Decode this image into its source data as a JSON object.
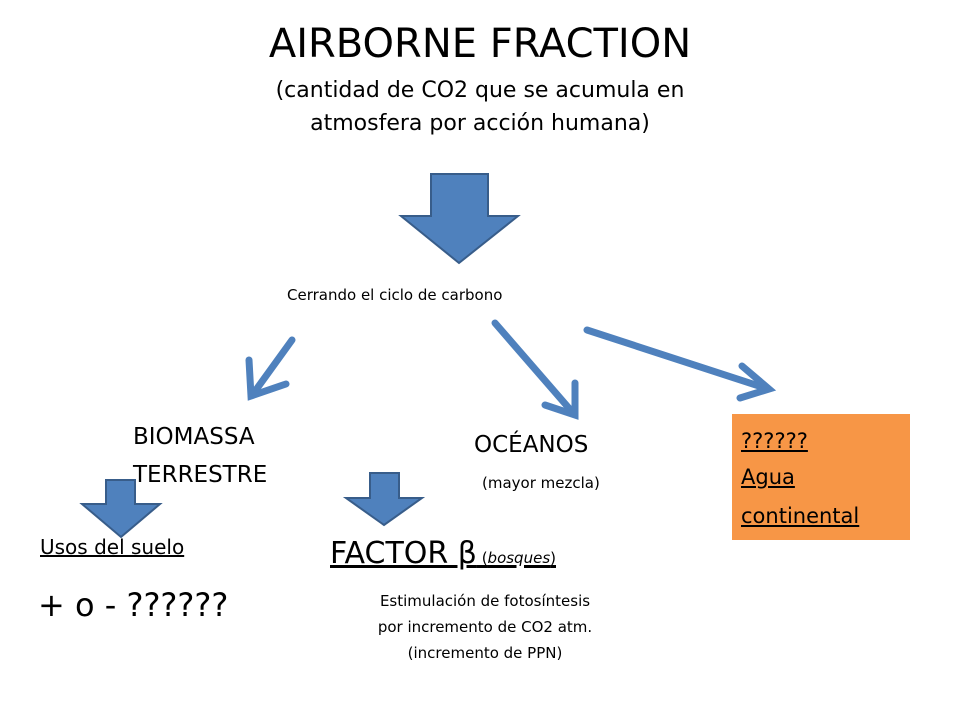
{
  "title": "AIRBORNE FRACTION",
  "subtitle": {
    "line1": "(cantidad de CO2 que se acumula en",
    "line2": "atmosfera por acción humana)"
  },
  "cycle_label": "Cerrando el ciclo de carbono",
  "biomass": {
    "line1": "BIOMASSA",
    "line2": "TERRESTRE"
  },
  "oceans": {
    "label": "OCÉANOS",
    "note": "(mayor mezcla)"
  },
  "continental_water": {
    "line1": "??????",
    "line2": "Agua",
    "line3": "continental",
    "box_color": "#f79646"
  },
  "land_use": "Usos del suelo",
  "land_use_effect": "+ o - ??????",
  "factor": {
    "label": "FACTOR β",
    "paren_open": " (",
    "note": "bosques",
    "paren_close": ")"
  },
  "stimulation": {
    "line1": "Estimulación de fotosíntesis",
    "line2": "por incremento de CO2 atm.",
    "line3": "(incremento de PPN)"
  },
  "colors": {
    "arrow_fill": "#4f81bd",
    "arrow_stroke": "#385d8a",
    "box": "#f79646"
  }
}
